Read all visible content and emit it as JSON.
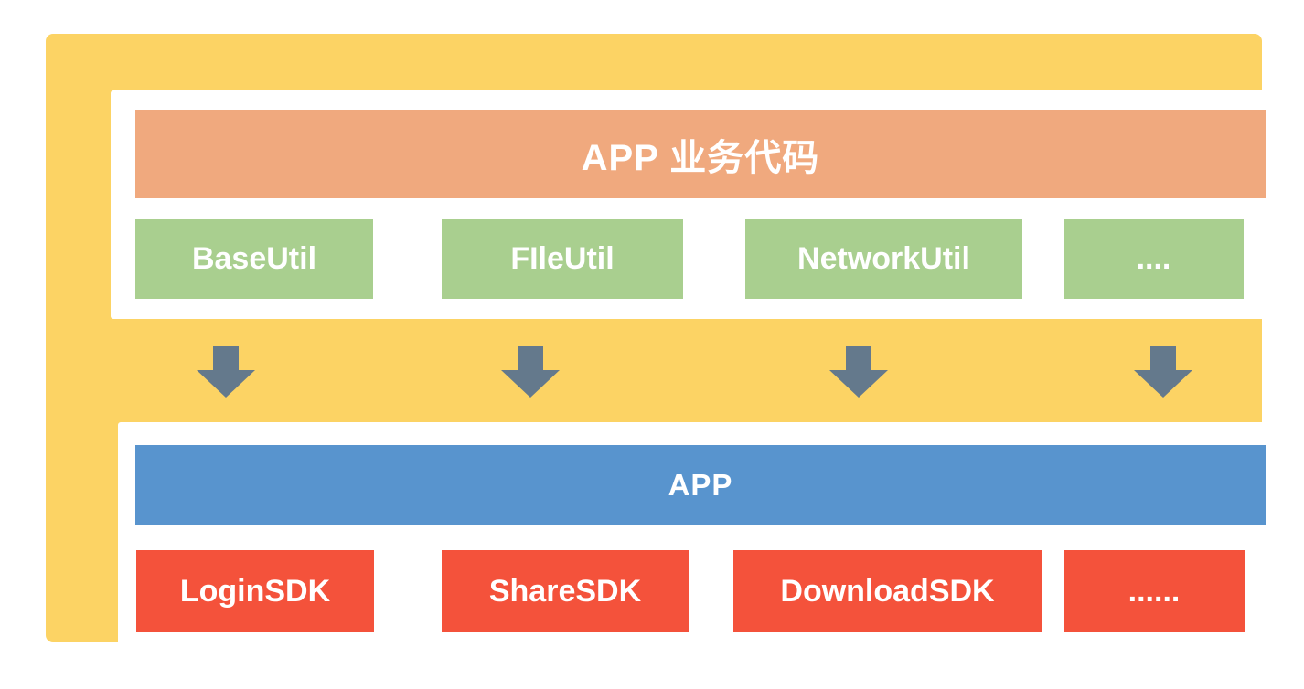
{
  "diagram": {
    "background_color": "#FCD364",
    "top_panel": {
      "header": {
        "label": "APP 业务代码",
        "color": "#F0A97E",
        "text_color": "#FFFFFF"
      },
      "box_color": "#A9CF8F",
      "boxes": [
        {
          "label": "BaseUtil"
        },
        {
          "label": "FIleUtil"
        },
        {
          "label": "NetworkUtil"
        },
        {
          "label": "...."
        }
      ]
    },
    "arrows": {
      "count": 4,
      "direction": "down",
      "color": "#64798C"
    },
    "bottom_panel": {
      "header": {
        "label": "APP",
        "color": "#5894CE",
        "text_color": "#FFFFFF"
      },
      "box_color": "#F4523B",
      "boxes": [
        {
          "label": "LoginSDK"
        },
        {
          "label": "ShareSDK"
        },
        {
          "label": "DownloadSDK"
        },
        {
          "label": "......"
        }
      ]
    }
  }
}
